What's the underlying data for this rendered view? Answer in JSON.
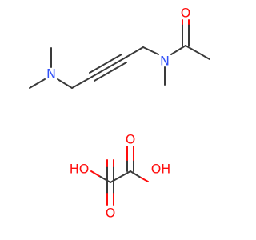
{
  "structure": {
    "molecule_1": {
      "atoms": {
        "n_amine": "N",
        "n_amide": "N",
        "o_carbonyl": "O"
      }
    },
    "molecule_2": {
      "atoms": {
        "o_top_left": "O",
        "o_top_right": "O",
        "o_bottom": "O",
        "ho_left": "HO",
        "oh_right": "OH"
      }
    }
  },
  "colors": {
    "carbon_bond": "#3a3a3a",
    "nitrogen": "#3050f8",
    "oxygen": "#ff0d0d"
  }
}
